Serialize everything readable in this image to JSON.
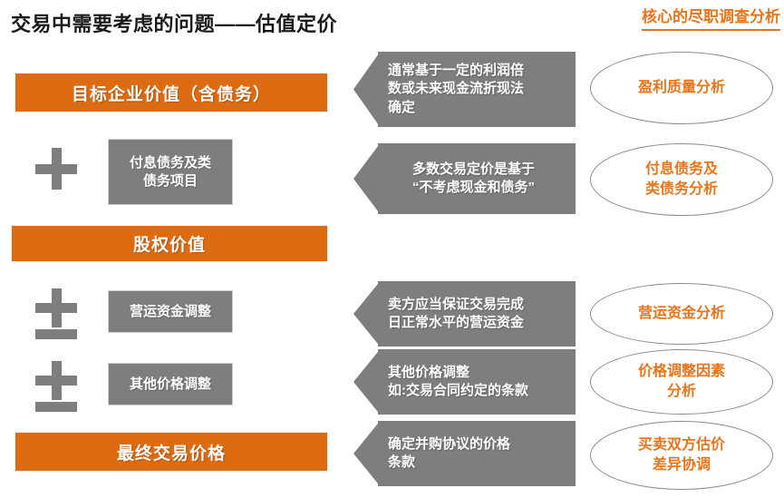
{
  "header": {
    "title": "交易中需要考虑的问题——估值定价",
    "right_label": "核心的尽职调查分析",
    "accent_color": "#E8751A",
    "orange_bar_color": "#DD6B12",
    "gray_color": "#7E7E7E"
  },
  "left_column": {
    "bars": [
      {
        "label": "目标企业价值（含债务）"
      },
      {
        "label": "股权价值"
      },
      {
        "label": "最终交易价格"
      }
    ],
    "items": [
      {
        "operator": "plus",
        "operator_symbol": "+",
        "label": "付息债务及类\n债务项目",
        "line1": "付息债务及类",
        "line2": "债务项目"
      },
      {
        "operator": "plus-minus",
        "operator_symbol": "±",
        "label": "营运资金调整",
        "line1": "营运资金调整",
        "line2": ""
      },
      {
        "operator": "plus-minus",
        "operator_symbol": "±",
        "label": "其他价格调整",
        "line1": "其他价格调整",
        "line2": ""
      }
    ]
  },
  "callouts": [
    {
      "align": "left",
      "line1": "通常基于一定的利润倍",
      "line2": "数或未来现金流折现法",
      "line3": "确定"
    },
    {
      "align": "center",
      "line1": "多数交易定价是基于",
      "line2": "“不考虑现金和债务”",
      "line3": ""
    },
    {
      "align": "left",
      "line1": "卖方应当保证交易完成",
      "line2": "日正常水平的营运资金",
      "line3": ""
    },
    {
      "align": "left",
      "line1": "其他价格调整",
      "line2": "如:交易合同约定的条款",
      "line3": ""
    },
    {
      "align": "left",
      "line1": "确定并购协议的价格",
      "line2": "条款",
      "line3": ""
    }
  ],
  "ellipses": [
    {
      "line1": "盈利质量分析",
      "line2": ""
    },
    {
      "line1": "付息债务及",
      "line2": "类债务分析"
    },
    {
      "line1": "营运资金分析",
      "line2": ""
    },
    {
      "line1": "价格调整因素",
      "line2": "分析"
    },
    {
      "line1": "买卖双方估价",
      "line2": "差异协调"
    }
  ]
}
